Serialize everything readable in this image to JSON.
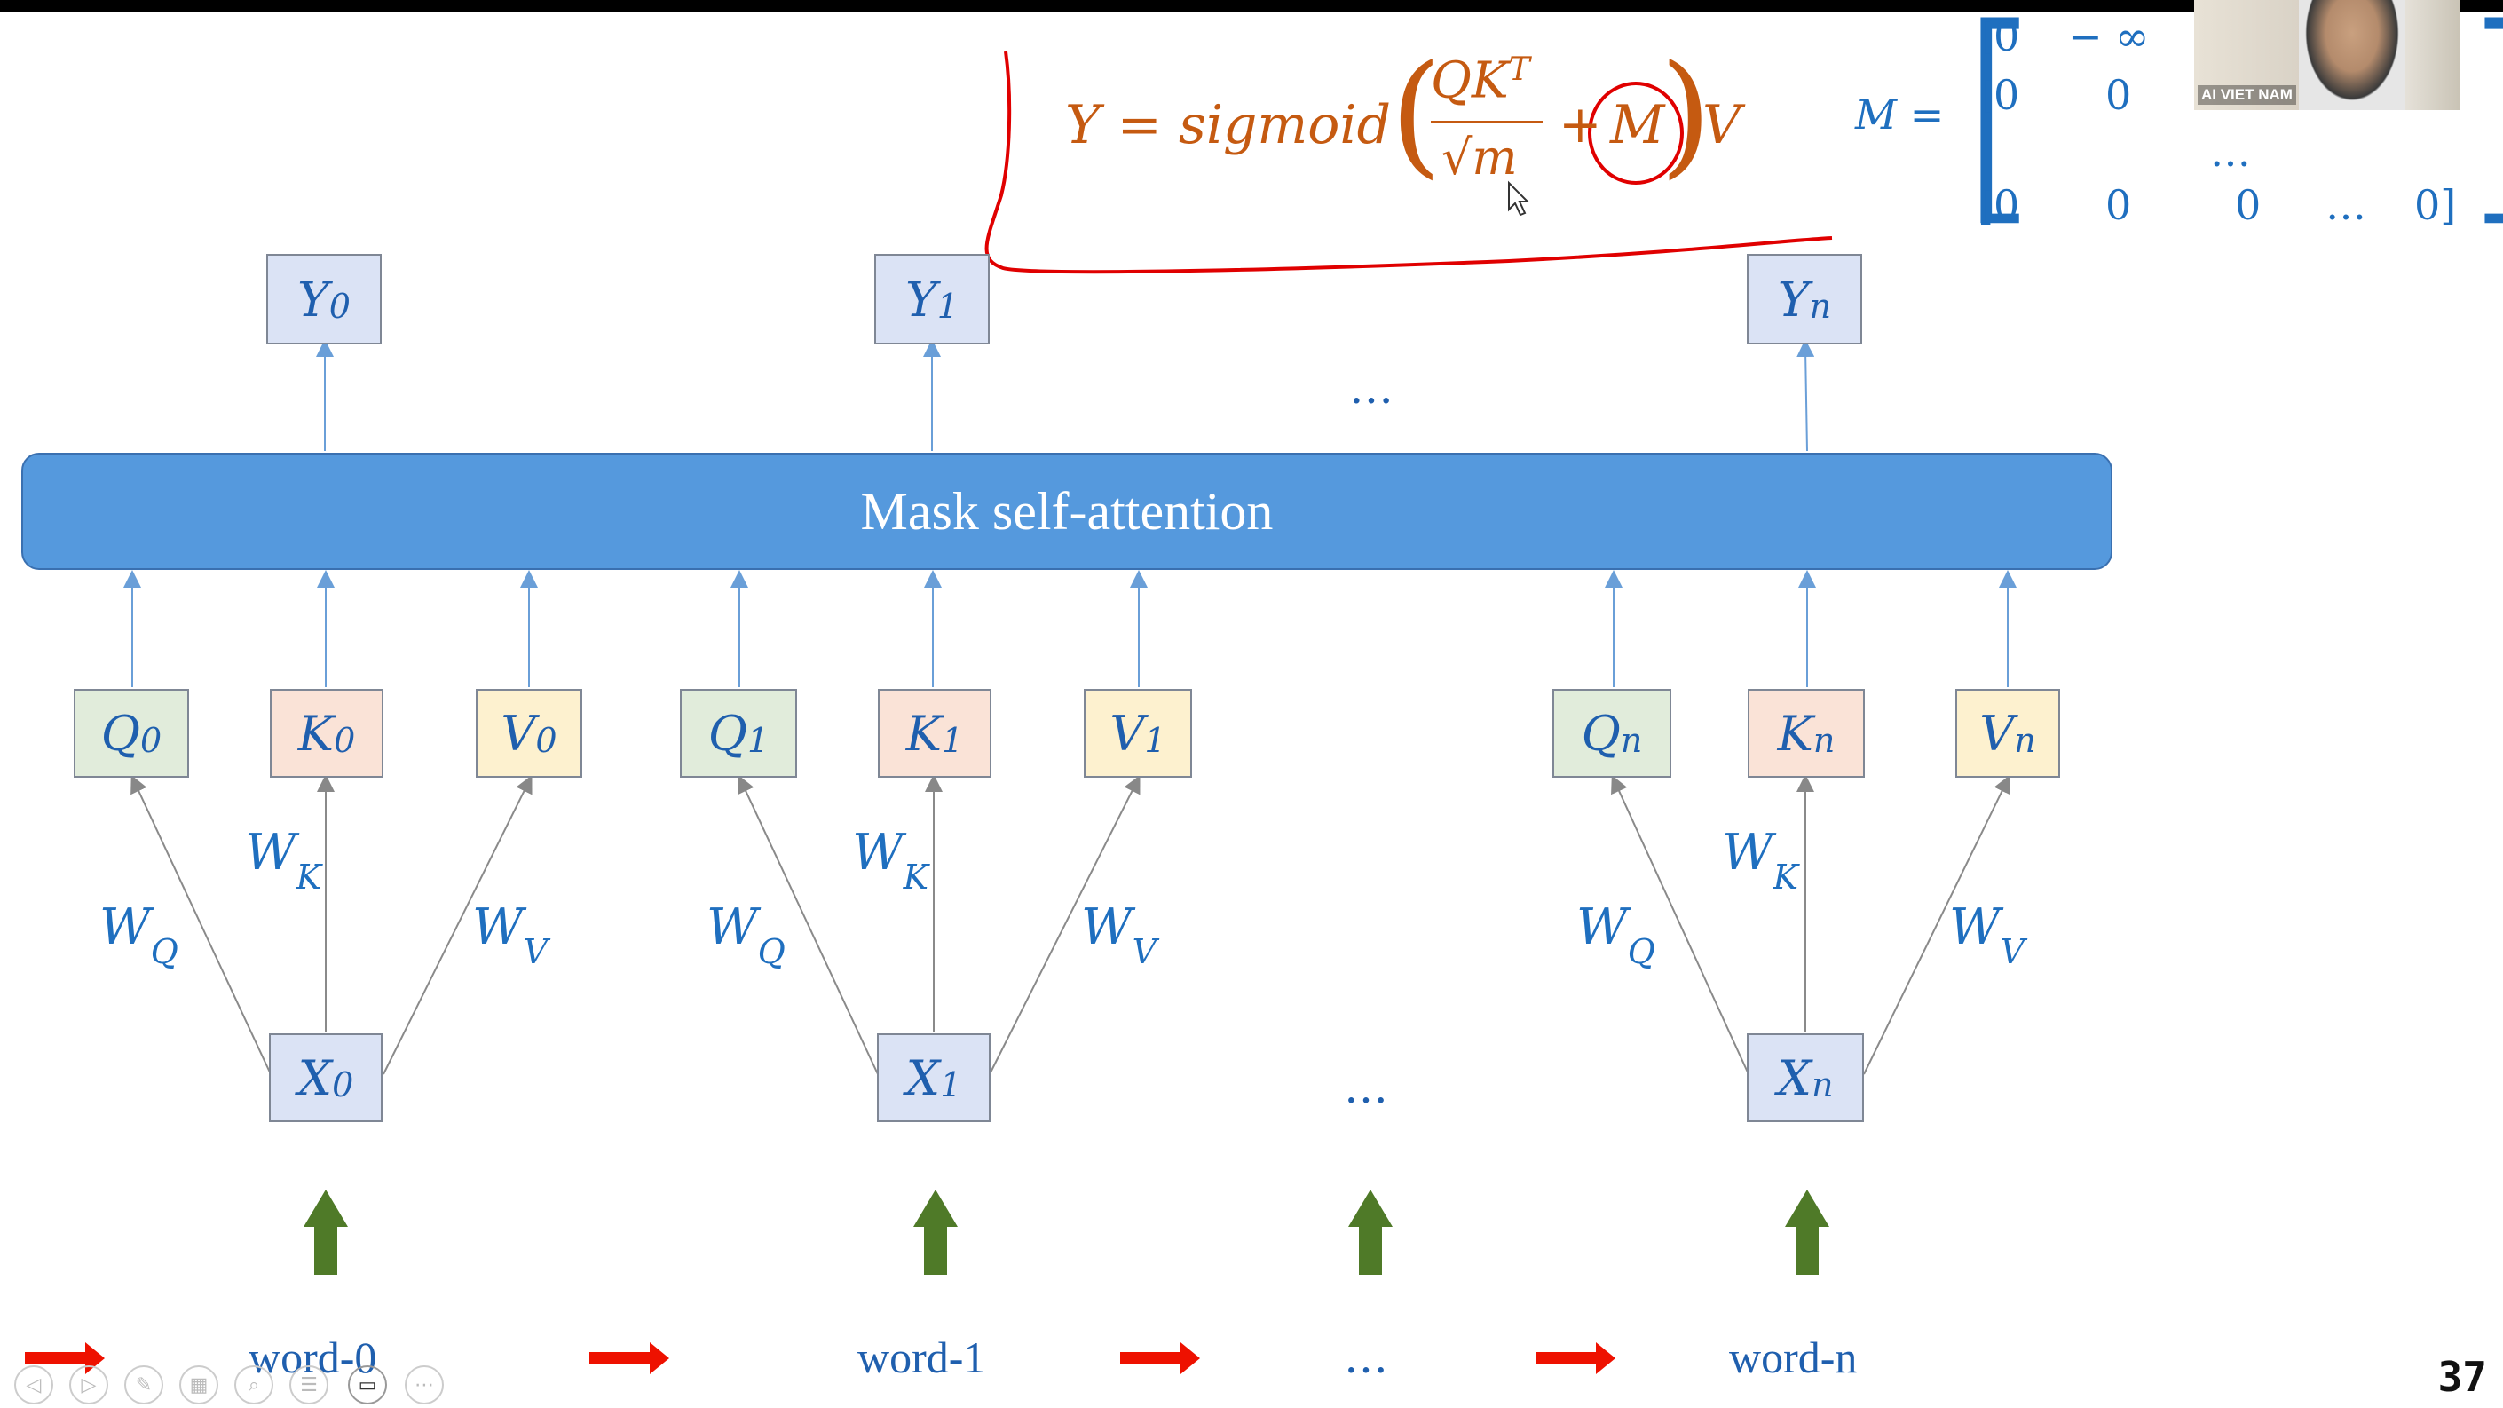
{
  "slide": {
    "page_number": "37",
    "attention_label": "Mask self-attention",
    "ellipsis": "…"
  },
  "outputs": [
    {
      "sym": "Y",
      "sub": "0"
    },
    {
      "sym": "Y",
      "sub": "1"
    },
    {
      "sym": "Y",
      "sub": "n"
    }
  ],
  "groups": [
    {
      "q": {
        "sym": "Q",
        "sub": "0"
      },
      "k": {
        "sym": "K",
        "sub": "0"
      },
      "v": {
        "sym": "V",
        "sub": "0"
      },
      "x": {
        "sym": "X",
        "sub": "0"
      },
      "word": "word-0"
    },
    {
      "q": {
        "sym": "Q",
        "sub": "1"
      },
      "k": {
        "sym": "K",
        "sub": "1"
      },
      "v": {
        "sym": "V",
        "sub": "1"
      },
      "x": {
        "sym": "X",
        "sub": "1"
      },
      "word": "word-1"
    },
    {
      "q": {
        "sym": "Q",
        "sub": "n"
      },
      "k": {
        "sym": "K",
        "sub": "n"
      },
      "v": {
        "sym": "V",
        "sub": "n"
      },
      "x": {
        "sym": "X",
        "sub": "n"
      },
      "word": "word-n"
    }
  ],
  "weights": {
    "wq": {
      "sym": "W",
      "sub": "Q"
    },
    "wk": {
      "sym": "W",
      "sub": "K"
    },
    "wv": {
      "sym": "W",
      "sub": "V"
    }
  },
  "formula": {
    "lhs": "Y = sigmoid",
    "numerator": "QK",
    "numerator_sup": "T",
    "denominator": "√m",
    "plus": "+",
    "mask": "M",
    "tail": "V"
  },
  "matrix": {
    "label": "M =",
    "rows": [
      [
        "[0",
        "− ∞",
        ""
      ],
      [
        "[0",
        "0",
        ""
      ],
      [
        "",
        "",
        "…"
      ],
      [
        "[0",
        "0",
        "0",
        "…",
        "0]"
      ]
    ]
  },
  "video": {
    "label": "AI VIET NAM"
  },
  "colors": {
    "attention": "#5599dd",
    "blue_text": "#1f5fae",
    "formula": "#c55a11",
    "green_arrow": "#4f7a28",
    "red_arrow": "#ee1100",
    "annotation": "#e00000"
  }
}
